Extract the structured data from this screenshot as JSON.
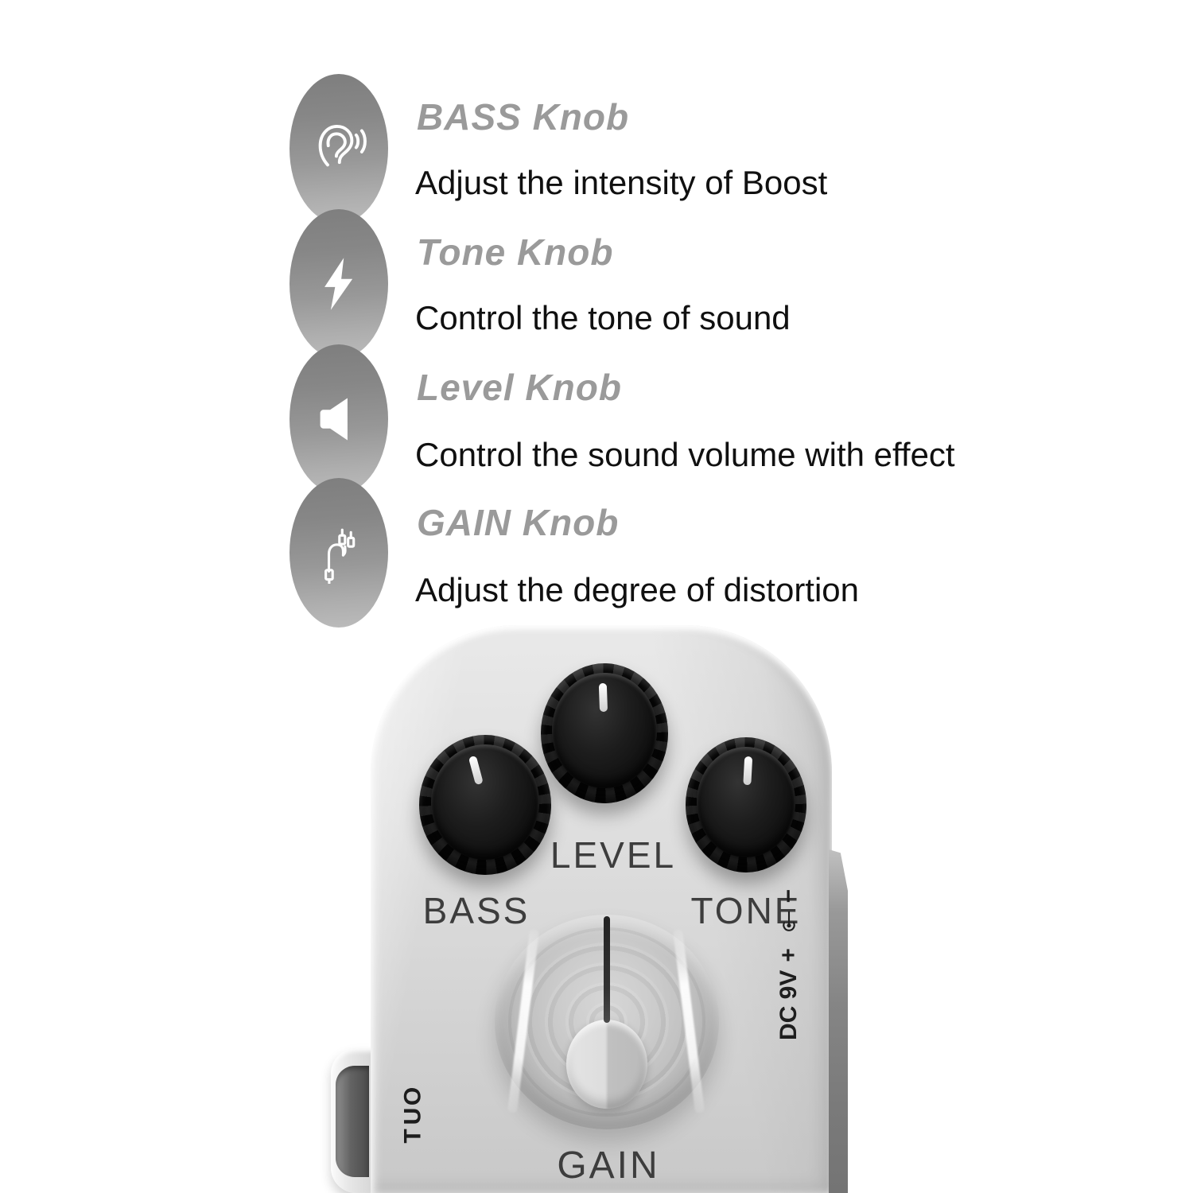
{
  "page": {
    "background": "#ffffff"
  },
  "features": [
    {
      "icon": "ear-icon",
      "title": "BASS Knob",
      "description": "Adjust the intensity of Boost"
    },
    {
      "icon": "lightning-icon",
      "title": "Tone Knob",
      "description": "Control the tone of sound"
    },
    {
      "icon": "speaker-icon",
      "title": "Level Knob",
      "description": "Control the sound volume with effect"
    },
    {
      "icon": "cable-icon",
      "title": "GAIN Knob",
      "description": "Adjust the degree of distortion"
    }
  ],
  "pedal": {
    "knob_labels": {
      "bass": "BASS",
      "level": "LEVEL",
      "tone": "TONE",
      "gain": "GAIN"
    },
    "out_letters": [
      "O",
      "U",
      "T"
    ],
    "power": {
      "label": "DC 9V",
      "plus": "+",
      "minus": "−"
    }
  },
  "colors": {
    "title_gray": "#9a9a9a",
    "text_black": "#101010",
    "icon_gradient_top": "#7e7e7e",
    "icon_gradient_bottom": "#bcbcbc",
    "pedal_body": "#d8d8d8",
    "pedal_side": "#7a7a7a",
    "knob_black": "#141414",
    "knob_mark_white": "#ffffff",
    "pedal_label_dark": "#3d3d3d",
    "gain_knob_gray": "#c2c2c2"
  }
}
